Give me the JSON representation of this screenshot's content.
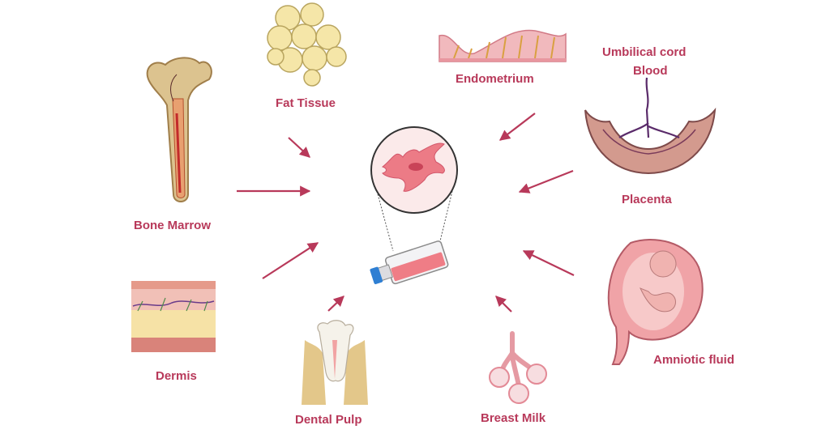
{
  "sources": {
    "fat_tissue": "Fat Tissue",
    "endometrium": "Endometrium",
    "umbilical_line1": "Umbilical cord",
    "umbilical_line2": "Blood",
    "bone_marrow": "Bone Marrow",
    "placenta": "Placenta",
    "dermis": "Dermis",
    "amniotic_fluid": "Amniotic fluid",
    "dental_pulp": "Dental Pulp",
    "breast_milk": "Breast Milk"
  },
  "colors": {
    "label": "#b8395a",
    "arrow": "#b8395a",
    "cell": "#ec7b86",
    "flask_cap": "#2f7fd3",
    "tissue_pink": "#f1b9bd",
    "fat_yellow": "#f5e6a8"
  },
  "icons": [
    "bone-marrow-icon",
    "fat-tissue-icon",
    "endometrium-icon",
    "placenta-icon",
    "dermis-icon",
    "tooth-icon",
    "breast-milk-icon",
    "fetus-icon",
    "stem-cell-icon",
    "culture-flask-icon"
  ]
}
